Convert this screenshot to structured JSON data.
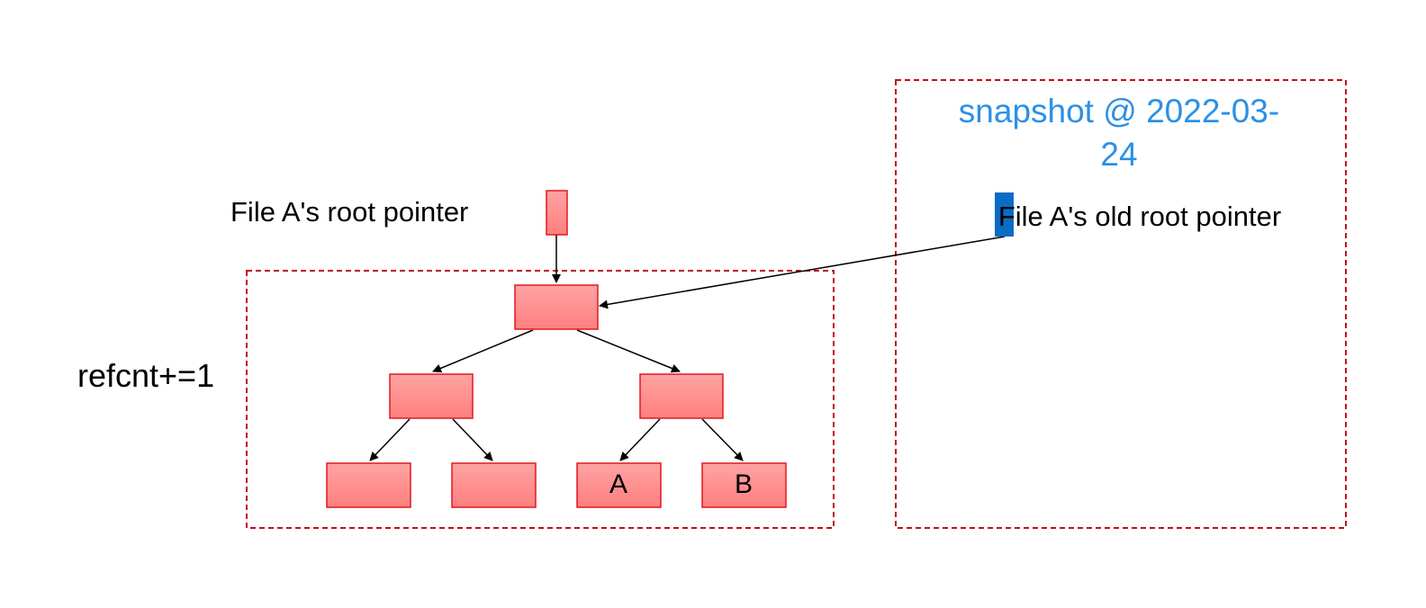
{
  "labels": {
    "root_pointer": "File A's root pointer",
    "refcnt": "refcnt+=1",
    "snapshot_title_line1": "snapshot @ 2022-03-",
    "snapshot_title_line2": "24",
    "old_root_pointer": "File A's old root pointer"
  },
  "nodes": {
    "leaf_a": "A",
    "leaf_b": "B"
  },
  "colors": {
    "node_fill_top": "#ffa3a3",
    "node_fill_bottom": "#ff7f7f",
    "node_stroke": "#e0191f",
    "dashed_border": "#c0101a",
    "snapshot_title": "#2b90e6",
    "highlight": "#0a6cc4",
    "arrow": "#000000",
    "text": "#000000"
  }
}
